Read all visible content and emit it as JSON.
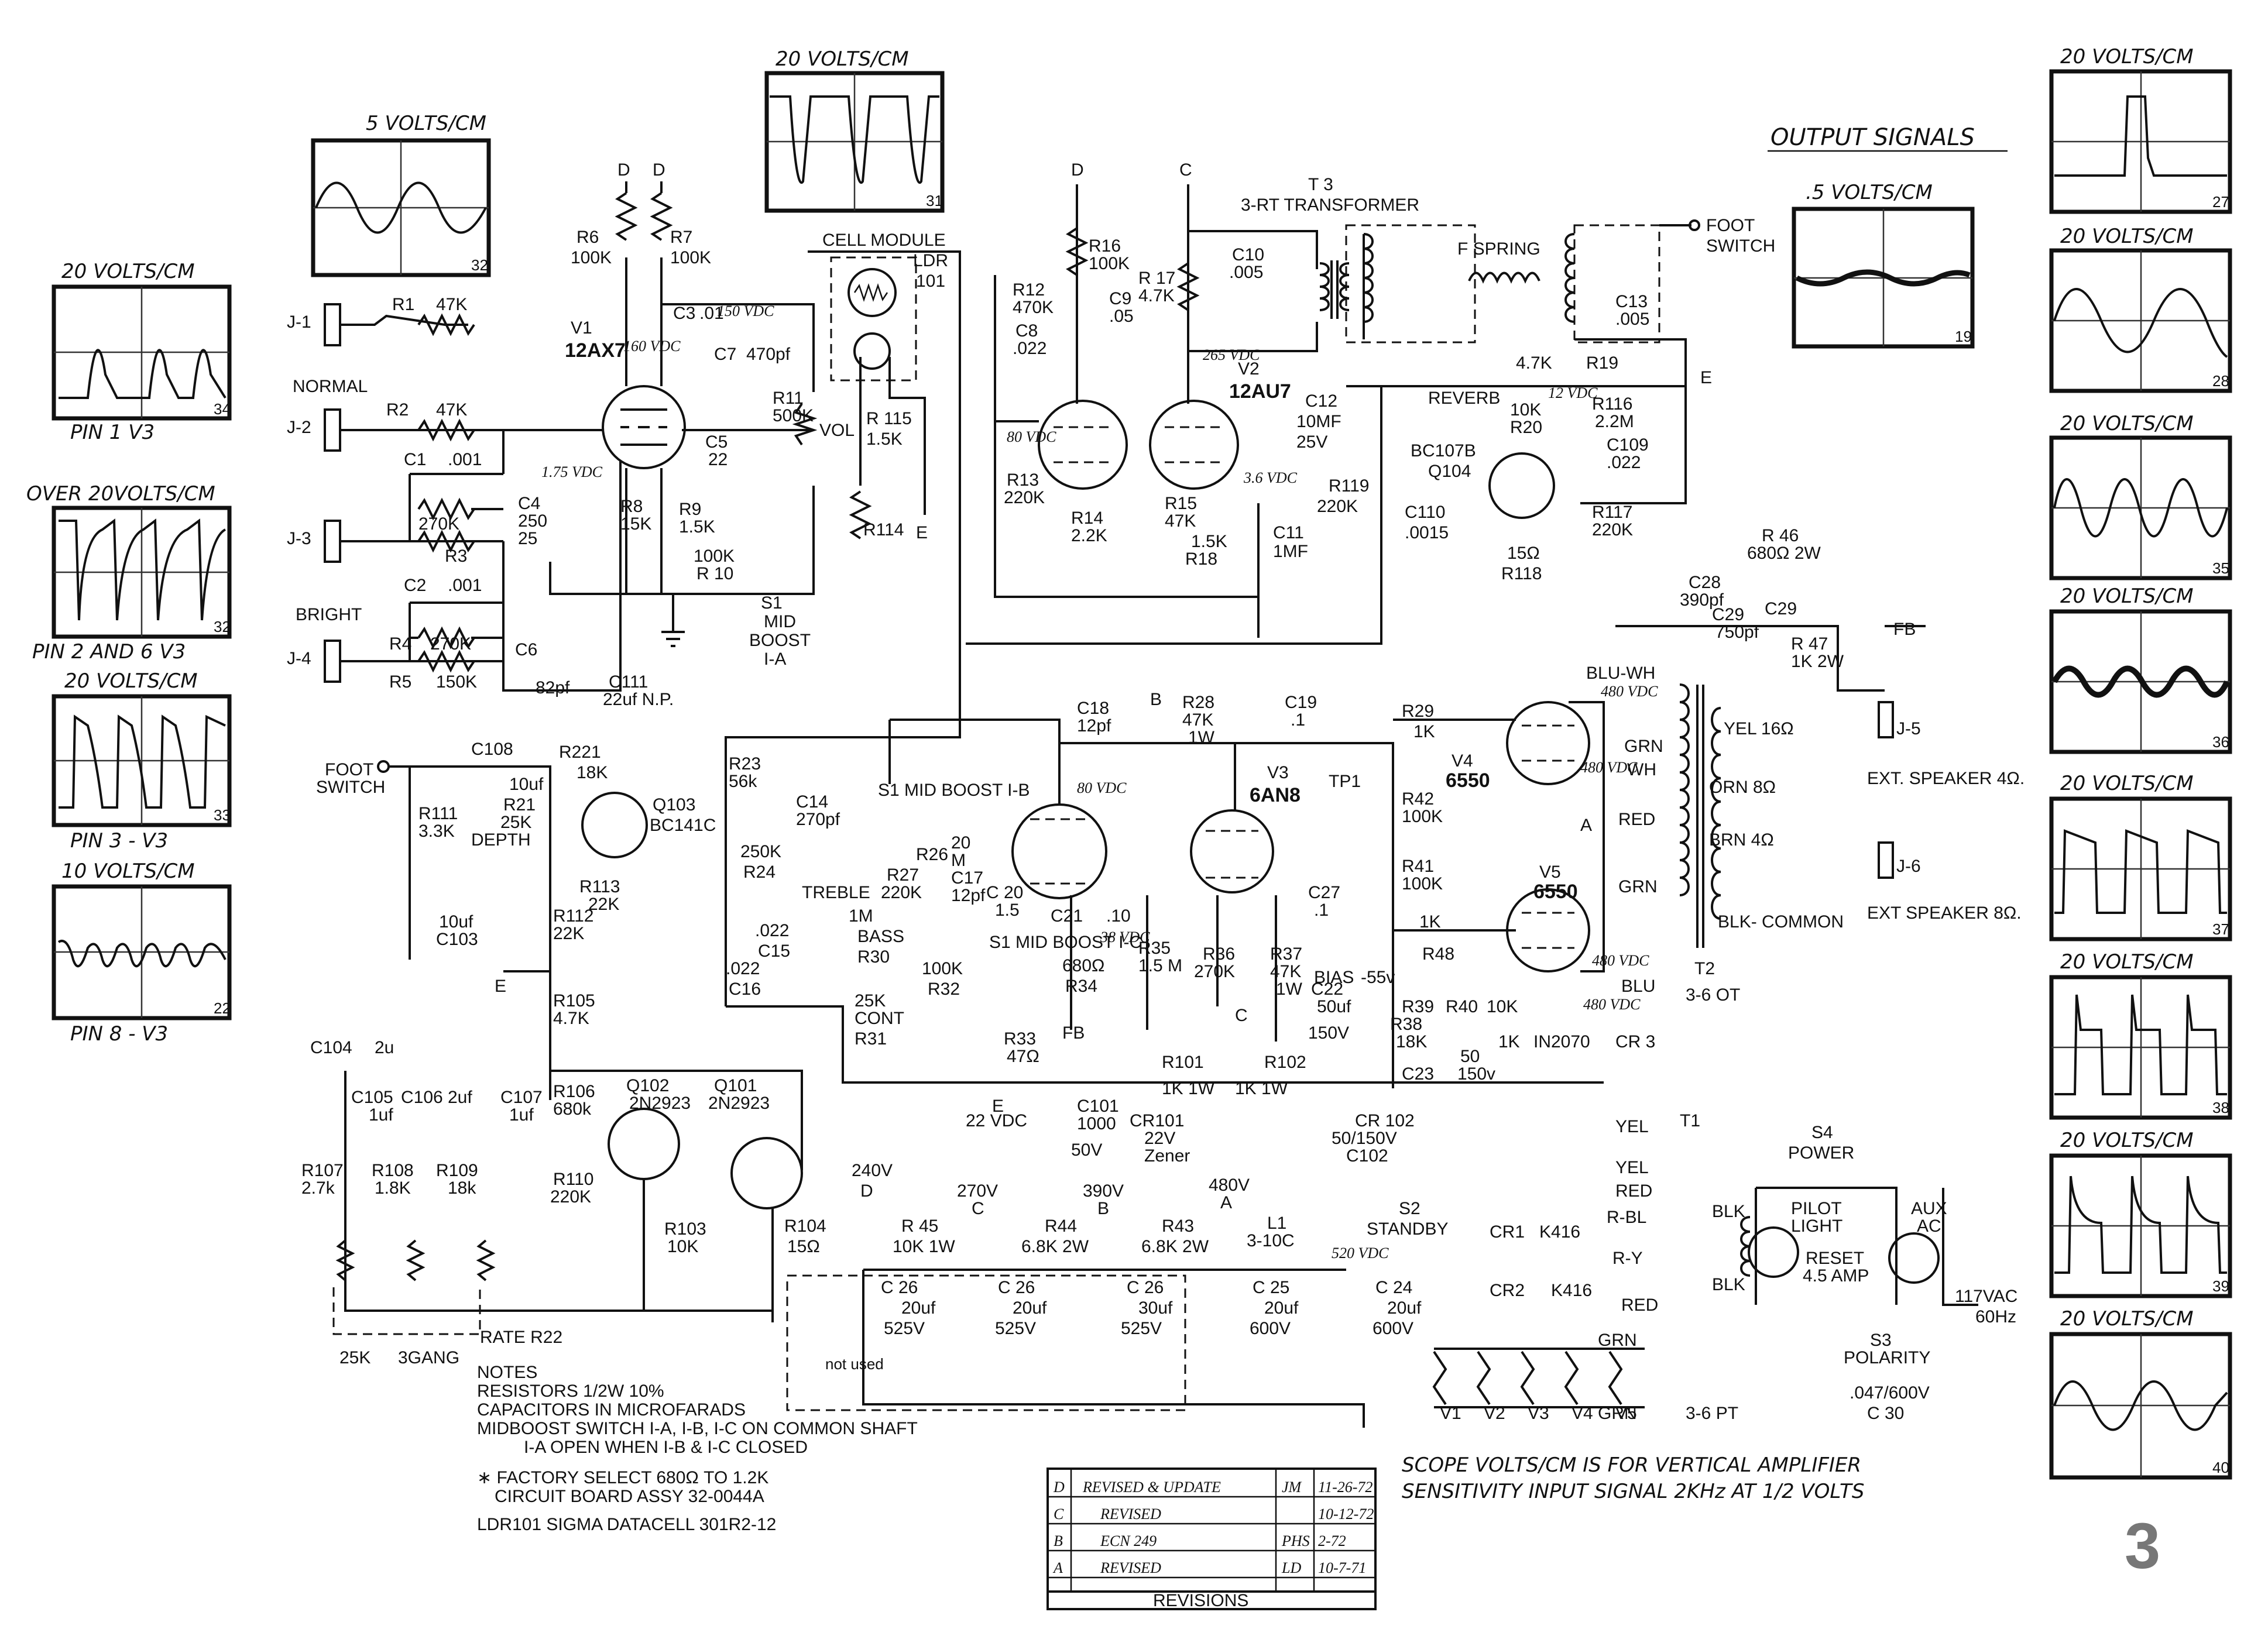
{
  "title_output": "OUTPUT SIGNALS",
  "page_number": "3",
  "scope_note_line1": "SCOPE VOLTS/CM IS FOR VERTICAL AMPLIFIER",
  "scope_note_line2": "SENSITIVITY INPUT SIGNAL 2KHz AT 1/2 VOLTS",
  "left_scopes": [
    {
      "scale": "20 VOLTS/CM",
      "caption": "PIN 1 V3",
      "num": "34"
    },
    {
      "scale": "OVER 20VOLTS/CM",
      "caption": "PIN 2 AND 6 V3",
      "num": "32"
    },
    {
      "scale": "20 VOLTS/CM",
      "caption": "PIN 3 - V3",
      "num": "33"
    },
    {
      "scale": "10 VOLTS/CM",
      "caption": "PIN 8 - V3",
      "num": "22"
    }
  ],
  "top_scopes": [
    {
      "scale": "5 VOLTS/CM",
      "num": "32"
    },
    {
      "scale": "20 VOLTS/CM",
      "num": "31"
    },
    {
      "scale": ".5 VOLTS/CM",
      "num": "19"
    }
  ],
  "right_scopes": [
    {
      "scale": "20 VOLTS/CM",
      "num": "27"
    },
    {
      "scale": "20 VOLTS/CM",
      "num": "28"
    },
    {
      "scale": "20 VOLTS/CM",
      "num": "35"
    },
    {
      "scale": "20 VOLTS/CM",
      "num": "36"
    },
    {
      "scale": "20 VOLTS/CM",
      "num": "37"
    },
    {
      "scale": "20 VOLTS/CM",
      "num": "38"
    },
    {
      "scale": "20 VOLTS/CM",
      "num": "39"
    },
    {
      "scale": "20 VOLTS/CM",
      "num": "40"
    }
  ],
  "inputs": {
    "j1": "J-1",
    "j2": "J-2",
    "j3": "J-3",
    "j4": "J-4",
    "normal": "NORMAL",
    "bright": "BRIGHT",
    "r1": "R1",
    "r1v": "47K",
    "r2": "R2",
    "r2v": "47K",
    "c1": "C1",
    "c1v": ".001",
    "c2": "C2",
    "c2v": ".001",
    "r3": "R3",
    "r3v": "270K",
    "r4": "R4",
    "r4v": "270K",
    "r5": "R5",
    "r5v": "150K",
    "c6": "C6",
    "c6v": "82pf"
  },
  "v1": {
    "name": "V1",
    "type": "12AX7",
    "r6": "R6",
    "r6v": "100K",
    "r7": "R7",
    "r7v": "100K",
    "r8": "R8",
    "r8v": "15K",
    "r9": "R9",
    "r9v": "1.5K",
    "c4": "C4",
    "c4v": "250",
    "c4v2": "25",
    "c3": "C3",
    "c3v": ".01",
    "c7": "C7",
    "c7v": "470pf",
    "c5": "C5",
    "c5v": "22",
    "r11": "R11",
    "r11v": "500K",
    "vol": "VOL",
    "v160": "160 VDC",
    "v150": "150 VDC",
    "v175": "1.75 VDC",
    "r10": "100K",
    "r10l": "R 10",
    "s1": "S1",
    "s1mid": "MID",
    "s1boost": "BOOST",
    "s1a": "I-A"
  },
  "module": {
    "cell": "CELL MODULE",
    "ldr": "LDR",
    "ldr101": "101",
    "r115": "R 115",
    "r115v": "1.5K",
    "r114": "R114",
    "e": "E"
  },
  "v2": {
    "name": "V2",
    "type": "12AU7",
    "r16": "R16",
    "r16v": "100K",
    "r17": "R 17",
    "r17v": "4.7K",
    "r12": "R12",
    "r12v": "470K",
    "c8": "C8",
    "c8v": ".022",
    "c9": "C9",
    "c9v": ".05",
    "r13": "R13",
    "r13v": "220K",
    "r14": "R14",
    "r14v": "2.2K",
    "r15": "R15",
    "r15v": "47K",
    "r18": "R18",
    "r18v": "1.5K",
    "c11": "C11",
    "c11v": "1MF",
    "v80": "80 VDC",
    "v265": "265 VDC",
    "v36": "3.6 VDC"
  },
  "reverb": {
    "t3": "T 3",
    "t3name": "3-RT TRANSFORMER",
    "c10": "C10",
    "c10v": ".005",
    "fspring": "F SPRING",
    "foot": "FOOT",
    "switch": "SWITCH",
    "c13": "C13",
    "c13v": ".005",
    "c12": "C12",
    "c12v": "10MF",
    "c12v2": "25V",
    "r19": "R19",
    "r19v": "4.7K",
    "reverb": "REVERB",
    "r20": "R20",
    "r20v": "10K",
    "r116": "R116",
    "r116v": "2.2M",
    "q104": "Q104",
    "bc107b": "BC107B",
    "c109": "C109",
    "c109v": ".022",
    "r119": "R119",
    "r119v": "220K",
    "c110": "C110",
    "c110v": ".0015",
    "r117": "R117",
    "r117v": "220K",
    "r118": "R118",
    "r118v": "15Ω",
    "v12": "12 VDC"
  },
  "v3": {
    "name": "V3",
    "type": "6AN8",
    "c18": "C18",
    "c18v": "12pf",
    "r28": "R28",
    "r28v": "47K",
    "r28w": "1W",
    "c19": "C19",
    "c19v": ".1",
    "tp1": "TP1",
    "v80": "80 VDC",
    "c14": "C14",
    "c14v": "270pf",
    "r23": "R23",
    "r23v": "56k",
    "treble": "TREBLE",
    "r24": "R24",
    "r24v": "250K",
    "r26": "R26",
    "r26v": "20",
    "r26m": "M",
    "c17": "C17",
    "c17v": "12pf",
    "r27": "R27",
    "r27v": "220K",
    "bass": "BASS",
    "r30": "R30",
    "r30v": "1M",
    "c15": "C15",
    "c15v": ".022",
    "c16": "C16",
    "c16v": ".022",
    "cont": "CONT",
    "r31": "R31",
    "r31v": "25K",
    "c20": "C 20",
    "c20v": "1.5",
    "c21": "C21",
    "c21v": ".10",
    "r32": "R32",
    "r32v": "100K",
    "r34": "R34",
    "r34v": "680Ω",
    "r35": "R35",
    "r35v": "1.5 M",
    "r36": "R36",
    "r36v": "270K",
    "r37": "R37",
    "r37v": "47K",
    "r37w": "1W",
    "r33": "R33",
    "r33v": "47Ω",
    "fb": "FB",
    "s1b": "S1 MID BOOST I-B",
    "s1c": "S1 MID BOOST I-C",
    "v38": "38 VDC",
    "r42": "R42",
    "r42v": "100K",
    "r41": "R41",
    "r41v": "100K",
    "c27": "C27",
    "c27v": ".1",
    "c22": "C22",
    "c22v": "50uf",
    "c22v2": "150V",
    "c": "C"
  },
  "power_amp": {
    "v4": "V4",
    "v4t": "6550",
    "v5": "V5",
    "v5t": "6550",
    "r29": "R29",
    "r29v": "1K",
    "r48": "R48",
    "r48v": "1K",
    "blu_wh": "BLU-WH",
    "v480": "480 VDC",
    "c28": "C28",
    "c28v": "390pf",
    "c29": "C29",
    "c29v": "750pf",
    "r46": "R 46",
    "r46v": "680Ω 2W",
    "r47": "R 47",
    "r47v": "1K 2W",
    "fb": "FB",
    "grn": "GRN",
    "wh": "WH",
    "red": "RED",
    "blu": "BLU",
    "yel16": "YEL 16Ω",
    "orn8": "ORN 8Ω",
    "brn4": "BRN 4Ω",
    "blk": "BLK- COMMON",
    "j5": "J-5",
    "j6": "J-6",
    "ext1": "EXT. SPEAKER 4Ω.",
    "ext2": "EXT SPEAKER 8Ω.",
    "t2": "T2",
    "t2n": "3-6 OT",
    "a": "A",
    "bias": "BIAS",
    "bv": "-55v",
    "r39": "R39",
    "r39v": "10K",
    "r40": "R40",
    "r40v": "1K",
    "r38": "R38",
    "r38v": "18K",
    "c23": "C23",
    "c23v": "50",
    "c23v2": "150v",
    "v150": "150V"
  },
  "supply": {
    "r101": "R101",
    "r102": "R102",
    "r101v": "1K 1W",
    "r102v": "1K 1W",
    "cr3": "CR 3",
    "cr3t": "IN2070",
    "c101": "C101",
    "c101v": "1000",
    "c101v2": "50V",
    "cr101": "CR101",
    "cr101v": "22V",
    "zener": "Zener",
    "v22": "22 VDC",
    "cr102": "CR 102",
    "c102": "C102",
    "c102v": "50/150V",
    "t1": "T1",
    "yel": "YEL",
    "red": "RED",
    "rbl": "R-BL",
    "ry": "R-Y",
    "cr1": "CR1",
    "k416": "K416",
    "cr2": "CR2",
    "grn": "GRN",
    "pt": "3-6 PT",
    "v240": "240V",
    "v270": "270V",
    "v390": "390V",
    "v480": "480V",
    "v520": "520 VDC",
    "r45": "R 45",
    "r45v": "10K 1W",
    "r44": "R44",
    "r44v": "6.8K 2W",
    "r43": "R43",
    "r43v": "6.8K 2W",
    "l1": "L1",
    "l1v": "3-10C",
    "s2": "S2",
    "standby": "STANDBY",
    "c26a": "C 26",
    "c26av": "20uf",
    "c26av2": "525V",
    "c26b": "C 26",
    "c26bv": "20uf",
    "c26bv2": "525V",
    "c26c": "C 26",
    "c26cv": "30uf",
    "c26cv2": "525V",
    "c25": "C 25",
    "c25v": "20uf",
    "c25v2": "600V",
    "c24": "C 24",
    "c24v": "20uf",
    "c24v2": "600V",
    "notused": "not used",
    "heaters": [
      "V1",
      "V2",
      "V3",
      "V4",
      "V5"
    ],
    "s4": "S4",
    "power": "POWER",
    "pilot": "PILOT",
    "light": "LIGHT",
    "reset": "RESET",
    "amp": "4.5 AMP",
    "aux": "AUX",
    "ac": "AC",
    "mains": "117VAC",
    "hz": "60Hz",
    "s3": "S3",
    "polarity": "POLARITY",
    "c30": "C 30",
    "c30v": ".047/600V",
    "blk": "BLK"
  },
  "tremolo": {
    "foot": "FOOT",
    "switch": "SWITCH",
    "c108": "C108",
    "c108v": "10uf",
    "r111": "R111",
    "r111v": "3.3K",
    "r21": "R21",
    "r21v": "25K",
    "depth": "DEPTH",
    "c103": "C103",
    "c103v": "10uf",
    "q103": "Q103",
    "q103t": "BC141C",
    "r221": "R221",
    "r221v": "18K",
    "r113": "R113",
    "r113v": "22K",
    "c111": "C111",
    "c111v": "22uf N.P.",
    "r112": "R112",
    "r112v": "22K",
    "r105": "R105",
    "r105v": "4.7K",
    "e": "E",
    "c104": "C104",
    "c104v": "2u",
    "c105": "C105",
    "c105v": "1uf",
    "c106": "C106",
    "c106v": "2uf",
    "c107": "C107",
    "c107v": "1uf",
    "r106": "R106",
    "r106v": "680k",
    "q102": "Q102",
    "q102t": "2N2923",
    "q101": "Q101",
    "q101t": "2N2923",
    "r107": "R107",
    "r107v": "2.7k",
    "r108": "R108",
    "r108v": "1.8K",
    "r109": "R109",
    "r109v": "18k",
    "r110": "R110",
    "r110v": "220K",
    "r103": "R103",
    "r103v": "10K",
    "r104": "R104",
    "r104v": "15Ω",
    "rate": "RATE R22",
    "k25": "25K",
    "gang": "3GANG"
  },
  "notes": [
    "NOTES",
    "RESISTORS 1/2W 10%",
    "CAPACITORS IN MICROFARADS",
    "MIDBOOST SWITCH I-A, I-B, I-C ON COMMON SHAFT",
    "I-A OPEN WHEN I-B & I-C CLOSED",
    "∗ FACTORY SELECT 680Ω TO 1.2K",
    "CIRCUIT BOARD ASSY 32-0044A",
    "LDR101 SIGMA DATACELL 301R2-12"
  ],
  "revisions": {
    "header": "REVISIONS",
    "rows": [
      {
        "letter": "D",
        "desc": "REVISED & UPDATE",
        "by": "JM",
        "date": "11-26-72"
      },
      {
        "letter": "C",
        "desc": "REVISED",
        "by": "",
        "date": "10-12-72"
      },
      {
        "letter": "B",
        "desc": "ECN 249",
        "by": "PHS",
        "date": "2-72"
      },
      {
        "letter": "A",
        "desc": "REVISED",
        "by": "LD",
        "date": "10-7-71"
      }
    ]
  },
  "points": {
    "d": "D",
    "c": "C",
    "b": "B",
    "a": "A",
    "e": "E"
  }
}
